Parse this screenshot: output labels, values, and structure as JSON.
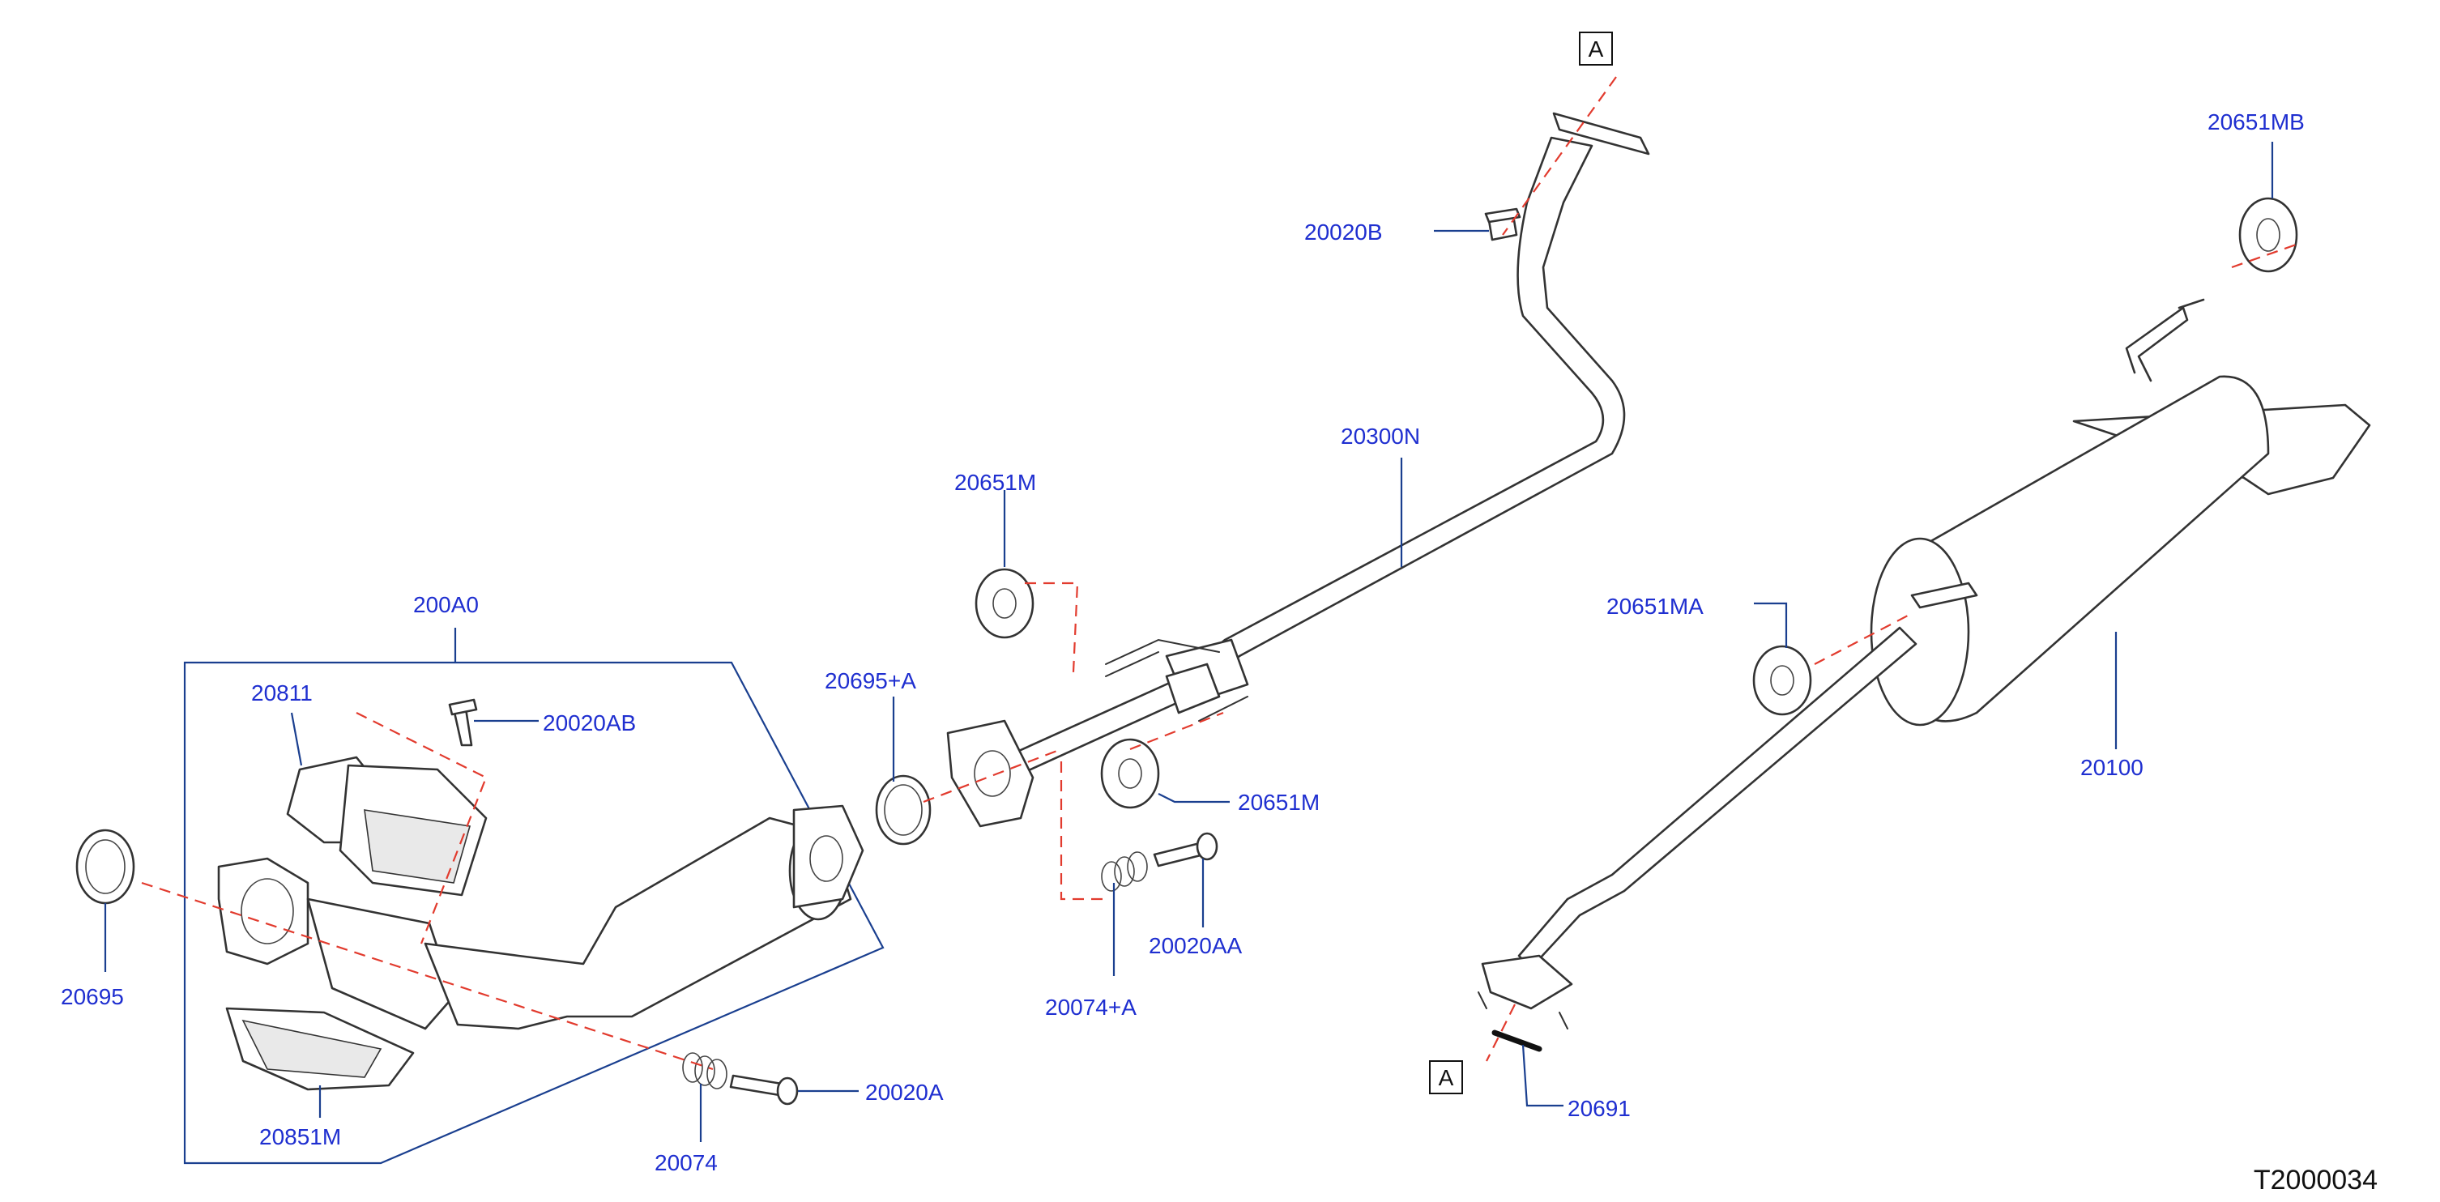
{
  "diagram": {
    "reference_code": "T2000034",
    "ref_marker": "A",
    "labels": {
      "p20020B": "20020B",
      "p20300N": "20300N",
      "p20651MB": "20651MB",
      "p20651M_top": "20651M",
      "p200A0": "200A0",
      "p20695A": "20695+A",
      "p20811": "20811",
      "p20020AB": "20020AB",
      "p20651MA": "20651MA",
      "p20100": "20100",
      "p20651M_mid": "20651M",
      "p20695": "20695",
      "p20020AA": "20020AA",
      "p20074A": "20074+A",
      "p20851M": "20851M",
      "p20020A": "20020A",
      "p20074": "20074",
      "p20691": "20691"
    },
    "colors": {
      "label": "#1f2fd0",
      "leader": "#1a3f8f",
      "centerline": "#e23b2e",
      "outline": "#333333"
    }
  }
}
